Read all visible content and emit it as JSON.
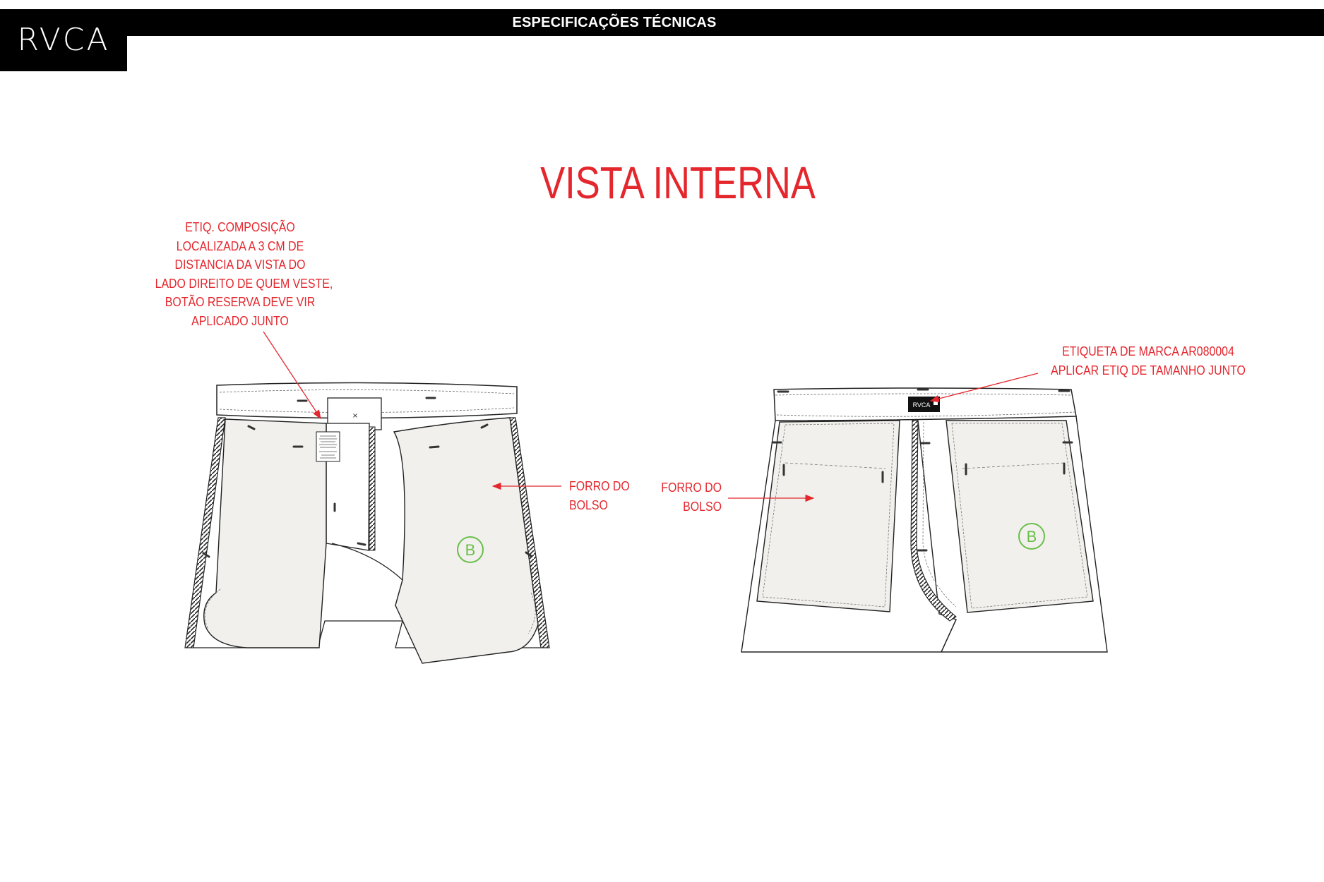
{
  "header": {
    "section_title": "ESPECIFICAÇÕES TÉCNICAS",
    "logo_text": "RVCA"
  },
  "main": {
    "view_title": "VISTA INTERNA",
    "annotations": {
      "composition_label": [
        "ETIQ. COMPOSIÇÃO",
        "LOCALIZADA A 3 CM DE",
        "DISTANCIA DA VISTA DO",
        "LADO DIREITO DE QUEM VESTE,",
        "BOTÃO RESERVA DEVE VIR",
        "APLICADO JUNTO"
      ],
      "front_pocket_lining": [
        "FORRO DO",
        "BOLSO"
      ],
      "back_pocket_lining": [
        "FORRO DO",
        "BOLSO"
      ],
      "brand_label": [
        "ETIQUETA DE MARCA AR080004",
        "APLICAR ETIQ DE TAMANHO JUNTO"
      ]
    },
    "pocket_markers": [
      "B",
      "B"
    ],
    "brand_tag_text": "RVCA"
  },
  "colors": {
    "annotation_red": "#e4262d",
    "marker_green": "#6abf4b",
    "lining_fill": "#f1f0ec",
    "header_black": "#000000"
  }
}
